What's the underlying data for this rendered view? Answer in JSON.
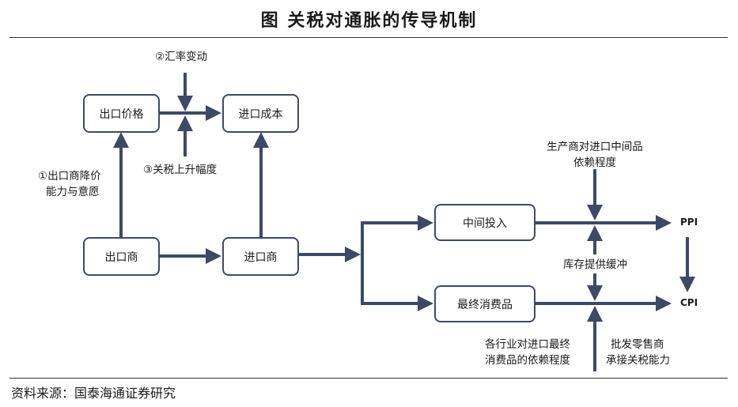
{
  "title": "图    关税对通胀的传导机制",
  "nodes": {
    "export_price": "出口价格",
    "import_cost": "进口成本",
    "exporter": "出口商",
    "importer": "进口商",
    "intermediate": "中间投入",
    "final_consumer": "最终消费品",
    "ppi": "PPI",
    "cpi": "CPI"
  },
  "labels": {
    "fx": "②汇率变动",
    "tariff_rise": "③关税上升幅度",
    "exporter_ability_1": "①出口商降价",
    "exporter_ability_2": "能力与意愿",
    "producer_dependence_1": "生产商对进口中间品",
    "producer_dependence_2": "依赖程度",
    "inventory": "库存提供缓冲",
    "industry_dependence_1": "各行业对进口最终",
    "industry_dependence_2": "消费品的依赖程度",
    "wholesale_1": "批发零售商",
    "wholesale_2": "承接关税能力"
  },
  "source": "资料来源：国泰海通证券研究",
  "colors": {
    "arrow": "#3d4a66",
    "box_border": "#3d4a66"
  }
}
